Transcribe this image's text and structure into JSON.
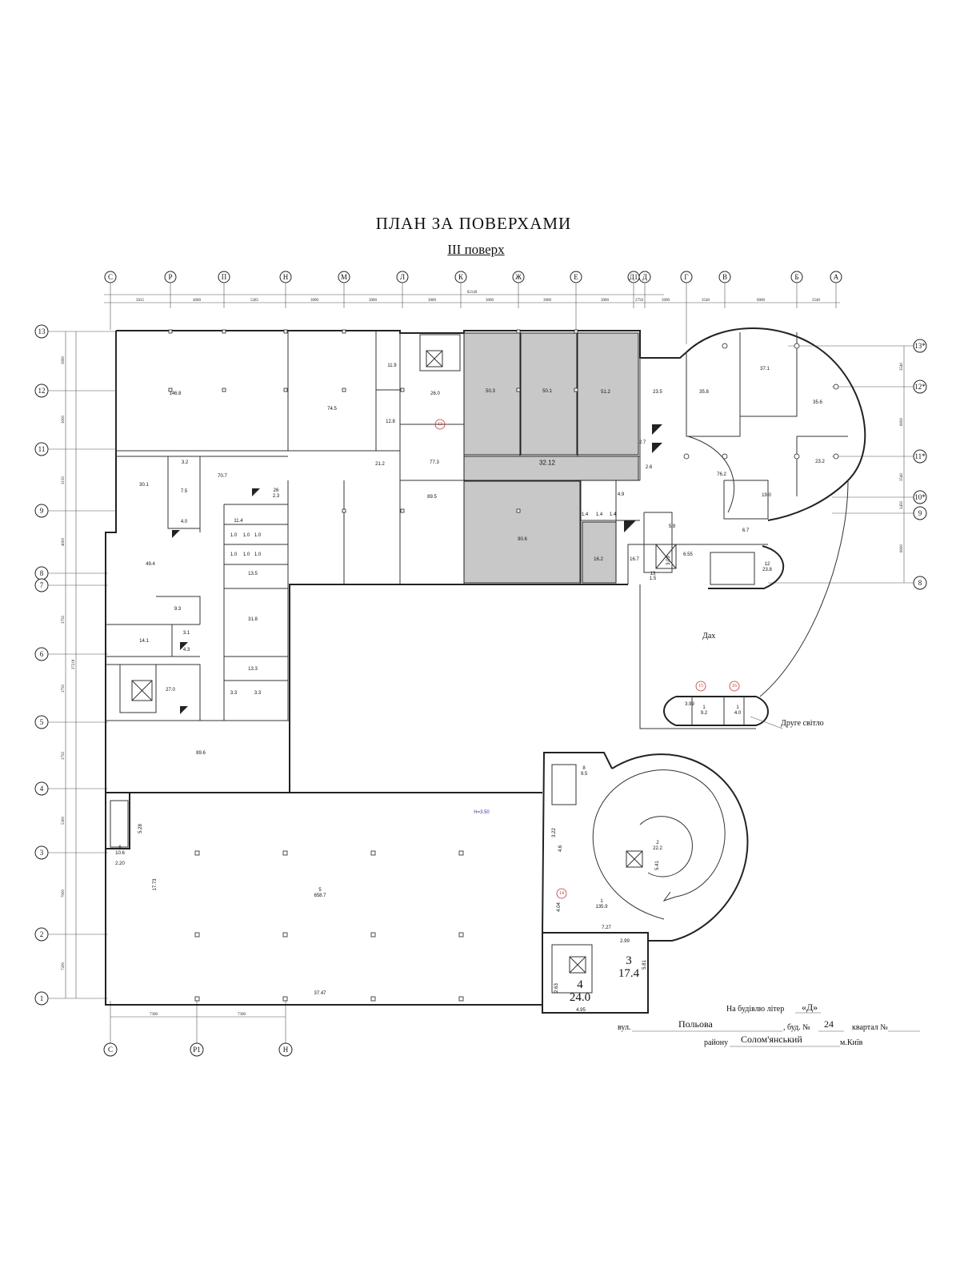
{
  "header": {
    "plan_title": "ПЛАН ЗА ПОВЕРХАМИ",
    "floor_label": "ІІІ поверх"
  },
  "axes": {
    "top": [
      "С",
      "Р",
      "П",
      "Н",
      "М",
      "Л",
      "К",
      "Ж",
      "Е",
      "Д1",
      "Д",
      "Г",
      "В",
      "Б",
      "А"
    ],
    "left": [
      "13",
      "12",
      "11",
      "9",
      "8",
      "7",
      "6",
      "5",
      "4",
      "3",
      "2",
      "1"
    ],
    "right": [
      "13*",
      "12*",
      "11*",
      "10*",
      "9",
      "8"
    ],
    "bottom": [
      "С",
      "Р1",
      "Н"
    ]
  },
  "dimensions": {
    "top_total": "62140",
    "top": [
      "5035",
      "4600",
      "5285",
      "3000",
      "3000",
      "3000",
      "3000",
      "3000",
      "3000",
      "2750",
      "3690",
      "3540",
      "6000",
      "3540"
    ],
    "left": [
      "3990",
      "3000",
      "3150",
      "4000",
      "3750",
      "3750",
      "3750",
      "5300",
      "7000",
      "7200"
    ],
    "left_total": "37218",
    "right": [
      "3540",
      "6000",
      "3540",
      "3450",
      "6000"
    ],
    "bottom": [
      "7300",
      "7300"
    ]
  },
  "rooms": {
    "r1468": "146.8",
    "r745": "74.5",
    "r119": "11.9",
    "r260": "26.0",
    "r128": "12.8",
    "r503": "50.3",
    "r501": "50.1",
    "r512": "51.2",
    "r235": "23.5",
    "r358": "35.8",
    "r371": "37.1",
    "r356": "35.6",
    "r27": "2.7",
    "r301": "30.1",
    "r32": "3.2",
    "r707": "70.7",
    "r212": "21.2",
    "r773": "77.3",
    "r3212": "32.12",
    "r26": "2.6",
    "r762": "76.2",
    "r232": "23.2",
    "r75": "7.5",
    "r40": "4.0",
    "r26b": "26",
    "r23": "2.3",
    "r895": "89.5",
    "r906": "90.6",
    "r49": "4.9",
    "r190": "19.0",
    "r114": "11.4",
    "r14a": "1.4",
    "r14b": "1.4",
    "r14c": "1.4",
    "r59": "5.9",
    "r67": "6.7",
    "r494": "49.4",
    "r10a": "1.0",
    "r10b": "1.0",
    "r10c": "1.0",
    "r10d": "1.0",
    "r10e": "1.0",
    "r10f": "1.0",
    "r135": "13.5",
    "r162": "16.2",
    "r167": "16.7",
    "r309": "3.09",
    "r655": "6.55",
    "r13": "13",
    "r15": "1.5",
    "r12": "12",
    "r238": "23.8",
    "r93": "9.3",
    "r318": "31.8",
    "r141": "14.1",
    "r31": "3.1",
    "r43": "4.3",
    "r133": "13.3",
    "r270": "27.0",
    "r33a": "3.3",
    "r33b": "3.3",
    "r896": "89.6",
    "roof": "Дах",
    "r15n": "15",
    "r16n": "16",
    "r399": "3.99",
    "r92a": "1",
    "r92b": "9.2",
    "r40a": "1",
    "r40b": "4.0",
    "second_light": "Друге світло",
    "r8": "8",
    "r95": "9.5",
    "h350": "H=3.50",
    "r6": "6",
    "r106": "10.6",
    "r528": "5.28",
    "r220": "2.20",
    "r1773": "17.73",
    "r5": "5",
    "r6587": "658.7",
    "r2": "2",
    "r222": "22.2",
    "r322": "3.22",
    "r46": "4.6",
    "r541": "5.41",
    "r14n": "14",
    "r1": "1",
    "r1359": "135.9",
    "r404": "4.04",
    "r727": "7.27",
    "r3747": "37.47",
    "r299": "2.99",
    "r3": "3",
    "r174": "17.4",
    "r4": "4",
    "r240": "24.0",
    "r581": "5.81",
    "r263": "2.63",
    "r495": "4.95",
    "r13n": "13"
  },
  "stamp": {
    "building_label": "На будівлю літер",
    "building_letter": "«Д»",
    "street_label": "вул.",
    "street_value": "Польова",
    "house_label": ", буд. №",
    "house_value": "24",
    "quarter_label": "квартал №",
    "district_label": "району",
    "district_value": "Солом'янський",
    "city_label": "м.Київ"
  }
}
